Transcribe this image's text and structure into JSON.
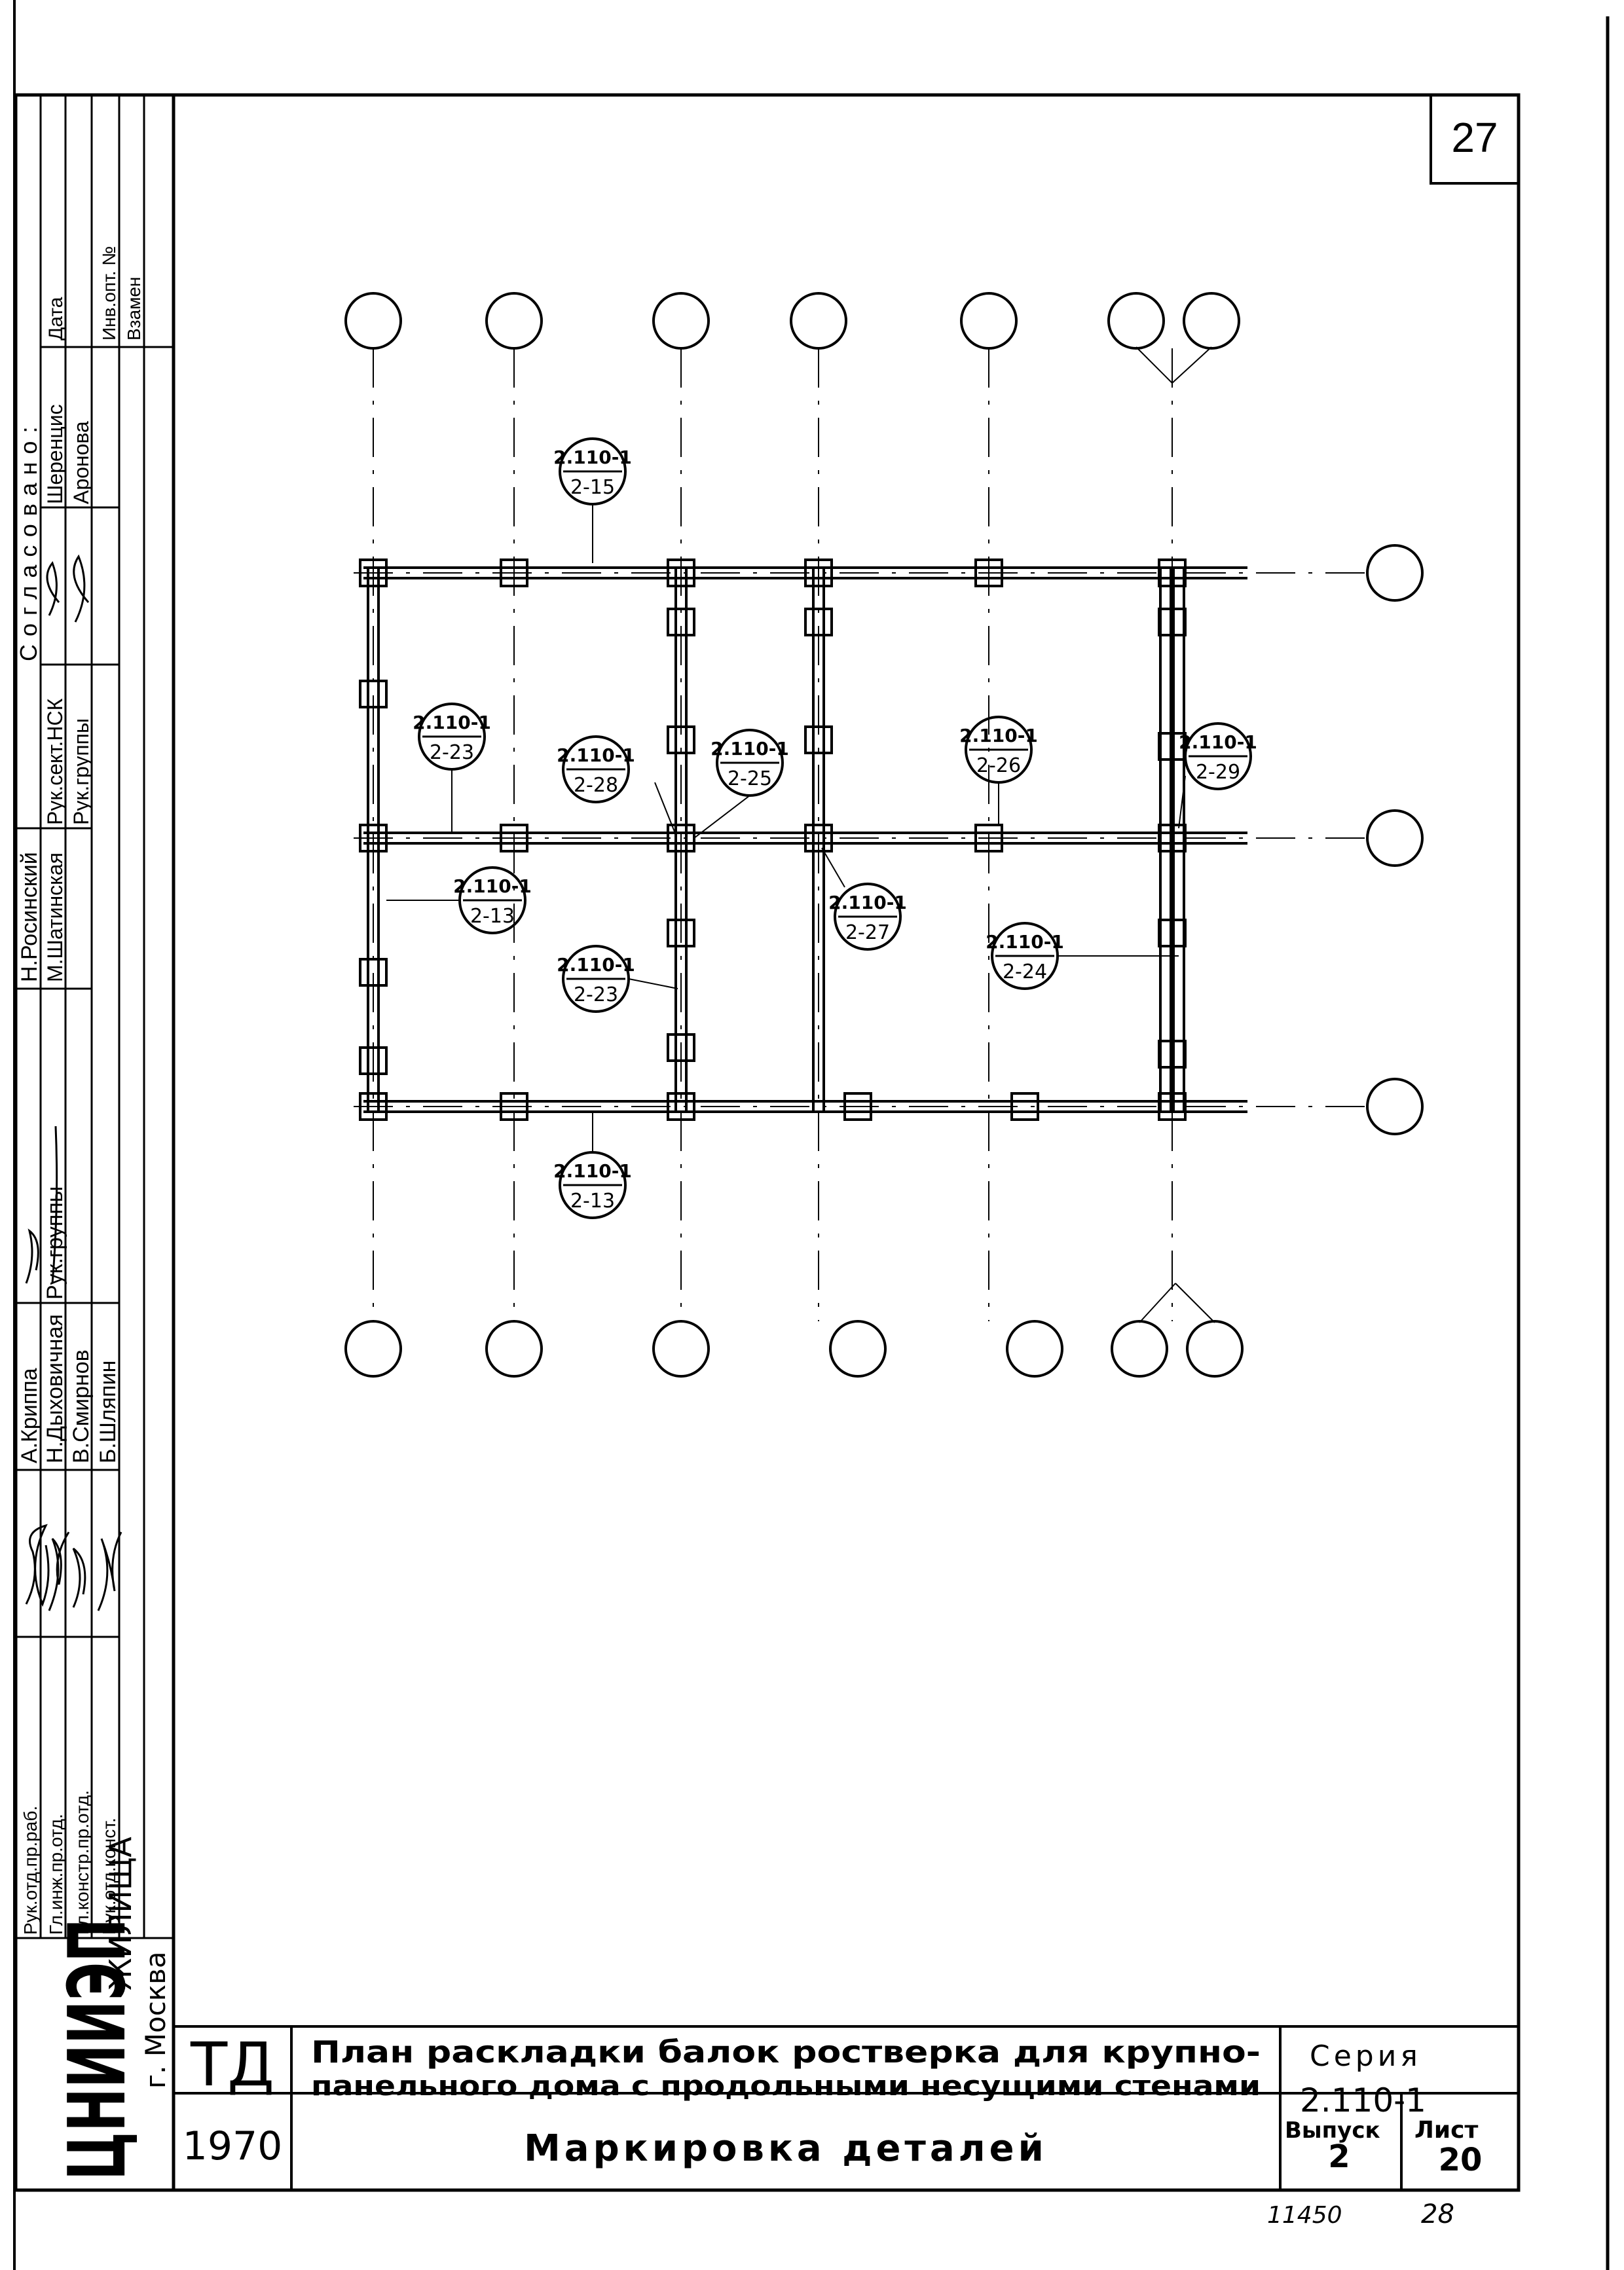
{
  "sheet_number": "27",
  "stamp_top": "11450",
  "stamp_sheet": "28",
  "title_block": {
    "logo": "ЦНИИЭП",
    "org_suffix": "ЖИЛИЩА",
    "city": "г. Москва",
    "td": "ТД",
    "year": "1970",
    "title_line1": "План раскладки балок ростверка для крупно-",
    "title_line2": "панельного дома с продольными несущими стенами",
    "subtitle": "Маркировка деталей",
    "series_label": "Серия",
    "series_value": "2.110-1",
    "issue_label": "Выпуск",
    "issue_value": "2",
    "sheet_label": "Лист",
    "sheet_value": "20"
  },
  "side_block": {
    "roles": [
      "Рук.отд.пр.раб.",
      "Гл.инж.пр.отд.",
      "Гл.констр.пр.отд.",
      "Рук.отд.конст."
    ],
    "names": [
      "А.Криппа",
      "Н.Дыховичная",
      "В.Смирнов",
      "Б.Шляпин"
    ],
    "roles2": [
      "Рук.группы"
    ],
    "names2": [
      "Н.Росинский",
      "М.Шатинская"
    ],
    "agreed_title": "Согласовано:",
    "agreed_roles": [
      "Рук.сект.НСК",
      "Рук.группы"
    ],
    "agreed_names": [
      "Шеренцис",
      "Аронова"
    ],
    "date_label": "Дата",
    "inv_label": "Инв.опт. №",
    "replace_label": "Взамен"
  },
  "marks": [
    {
      "top": "2.110-1",
      "bottom": "2-15"
    },
    {
      "top": "2.110-1",
      "bottom": "2-23"
    },
    {
      "top": "2.110-1",
      "bottom": "2-28"
    },
    {
      "top": "2.110-1",
      "bottom": "2-25"
    },
    {
      "top": "2.110-1",
      "bottom": "2-26"
    },
    {
      "top": "2.110-1",
      "bottom": "2-29"
    },
    {
      "top": "2.110-1",
      "bottom": "2-13"
    },
    {
      "top": "2.110-1",
      "bottom": "2-27"
    },
    {
      "top": "2.110-1",
      "bottom": "2-23"
    },
    {
      "top": "2.110-1",
      "bottom": "2-24"
    },
    {
      "top": "2.110-1",
      "bottom": "2-13"
    }
  ]
}
